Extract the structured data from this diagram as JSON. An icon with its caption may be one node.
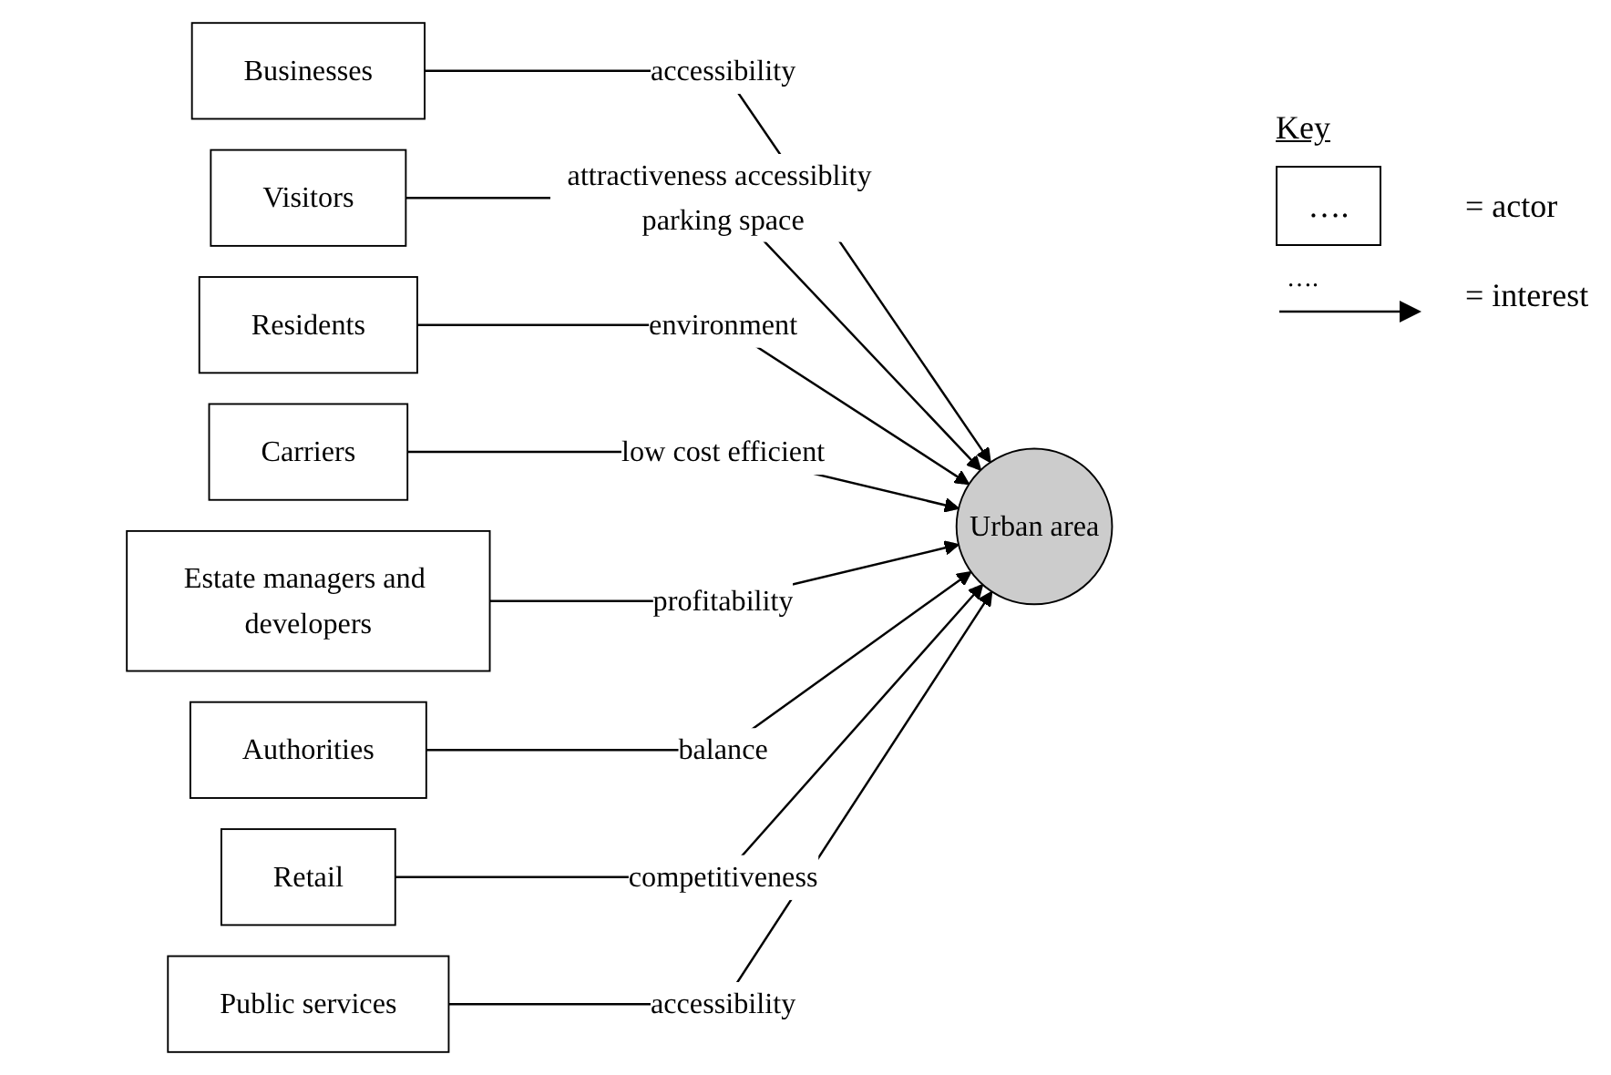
{
  "diagram": {
    "nodes": [
      {
        "text": [
          "Businesses"
        ]
      },
      {
        "text": [
          "Visitors"
        ]
      },
      {
        "text": [
          "Residents"
        ]
      },
      {
        "text": [
          "Carriers"
        ]
      },
      {
        "text": [
          "Urban area"
        ]
      },
      {
        "text": [
          "Estate managers and developers"
        ]
      },
      {
        "text": [
          "Authorities"
        ]
      },
      {
        "text": [
          "Retail"
        ]
      },
      {
        "text": [
          "Public services"
        ]
      }
    ],
    "edges": [
      {
        "from": 0,
        "to": 4,
        "arrow": "to",
        "label": "accessibility"
      },
      {
        "from": 1,
        "to": 4,
        "arrow": "to",
        "label": "attractiveness accessiblity parking space"
      },
      {
        "from": 2,
        "to": 4,
        "arrow": "to",
        "label": "environment"
      },
      {
        "from": 3,
        "to": 4,
        "arrow": "to",
        "label": "low cost efficient"
      },
      {
        "from": 5,
        "to": 4,
        "arrow": "to",
        "label": "profitability"
      },
      {
        "from": 6,
        "to": 4,
        "arrow": "to",
        "label": "balance"
      },
      {
        "from": 7,
        "to": 4,
        "arrow": "to",
        "label": "competitiveness"
      },
      {
        "from": 8,
        "to": 4,
        "arrow": "to",
        "label": "accessibility"
      }
    ],
    "labels": [
      "Key",
      "….",
      "…."
    ],
    "legend": [
      {
        "text": "= actor"
      },
      {
        "text": "= interest"
      }
    ]
  }
}
